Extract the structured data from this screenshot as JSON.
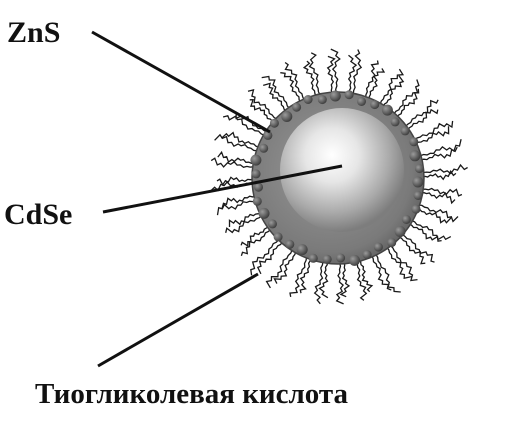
{
  "labels": {
    "shell": "ZnS",
    "core": "CdSe",
    "ligand": "Тиогликолевая кислота"
  },
  "colors": {
    "line": "#111111",
    "background": "#ffffff"
  }
}
